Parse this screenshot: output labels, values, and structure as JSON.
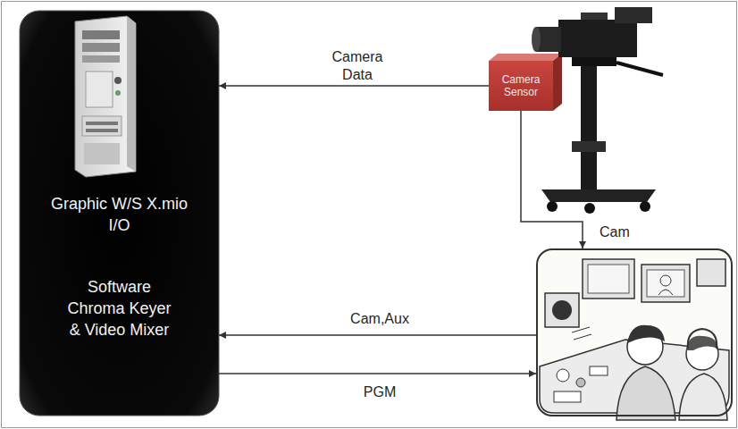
{
  "diagram": {
    "nodes": [
      {
        "text": [
          "Graphic W/S X.mio I/O",
          "Software Chroma Keyer & Video Mixer"
        ]
      },
      {
        "text": [
          "Camera Sensor"
        ]
      },
      {
        "text": []
      }
    ],
    "edges": [
      {
        "from": 1,
        "to": 0,
        "arrow": "to",
        "label": "Camera Data"
      },
      {
        "from": 1,
        "to": 2,
        "arrow": "to",
        "label": "Cam"
      },
      {
        "from": 2,
        "to": 0,
        "arrow": "to",
        "label": "Cam,Aux"
      },
      {
        "from": 0,
        "to": 2,
        "arrow": "to",
        "label": "PGM"
      }
    ]
  }
}
